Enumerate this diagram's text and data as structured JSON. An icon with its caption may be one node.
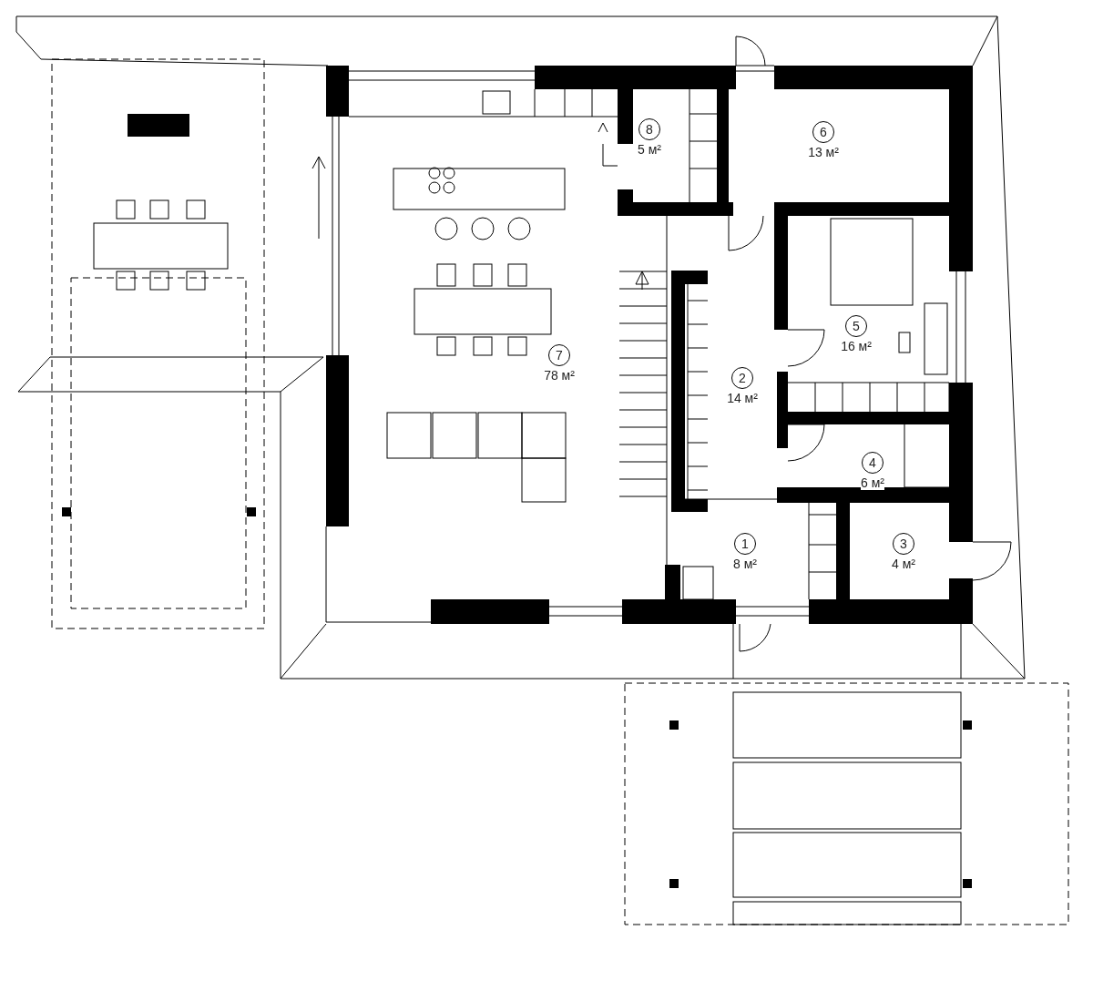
{
  "diagram": {
    "nodes": [
      {
        "text": [
          "8"
        ],
        "beside": [
          "5 м²"
        ]
      },
      {
        "text": [
          "6"
        ],
        "beside": [
          "13 м²"
        ]
      },
      {
        "text": [
          "5"
        ],
        "beside": [
          "16 м²"
        ]
      },
      {
        "text": [
          "7"
        ],
        "beside": [
          "78 м²"
        ]
      },
      {
        "text": [
          "2"
        ],
        "beside": [
          "14 м²"
        ]
      },
      {
        "text": [
          "4"
        ],
        "beside": [
          "6 м²"
        ]
      },
      {
        "text": [
          "1"
        ],
        "beside": [
          "8 м²"
        ]
      },
      {
        "text": [
          "3"
        ],
        "beside": [
          "4 м²"
        ]
      }
    ]
  }
}
